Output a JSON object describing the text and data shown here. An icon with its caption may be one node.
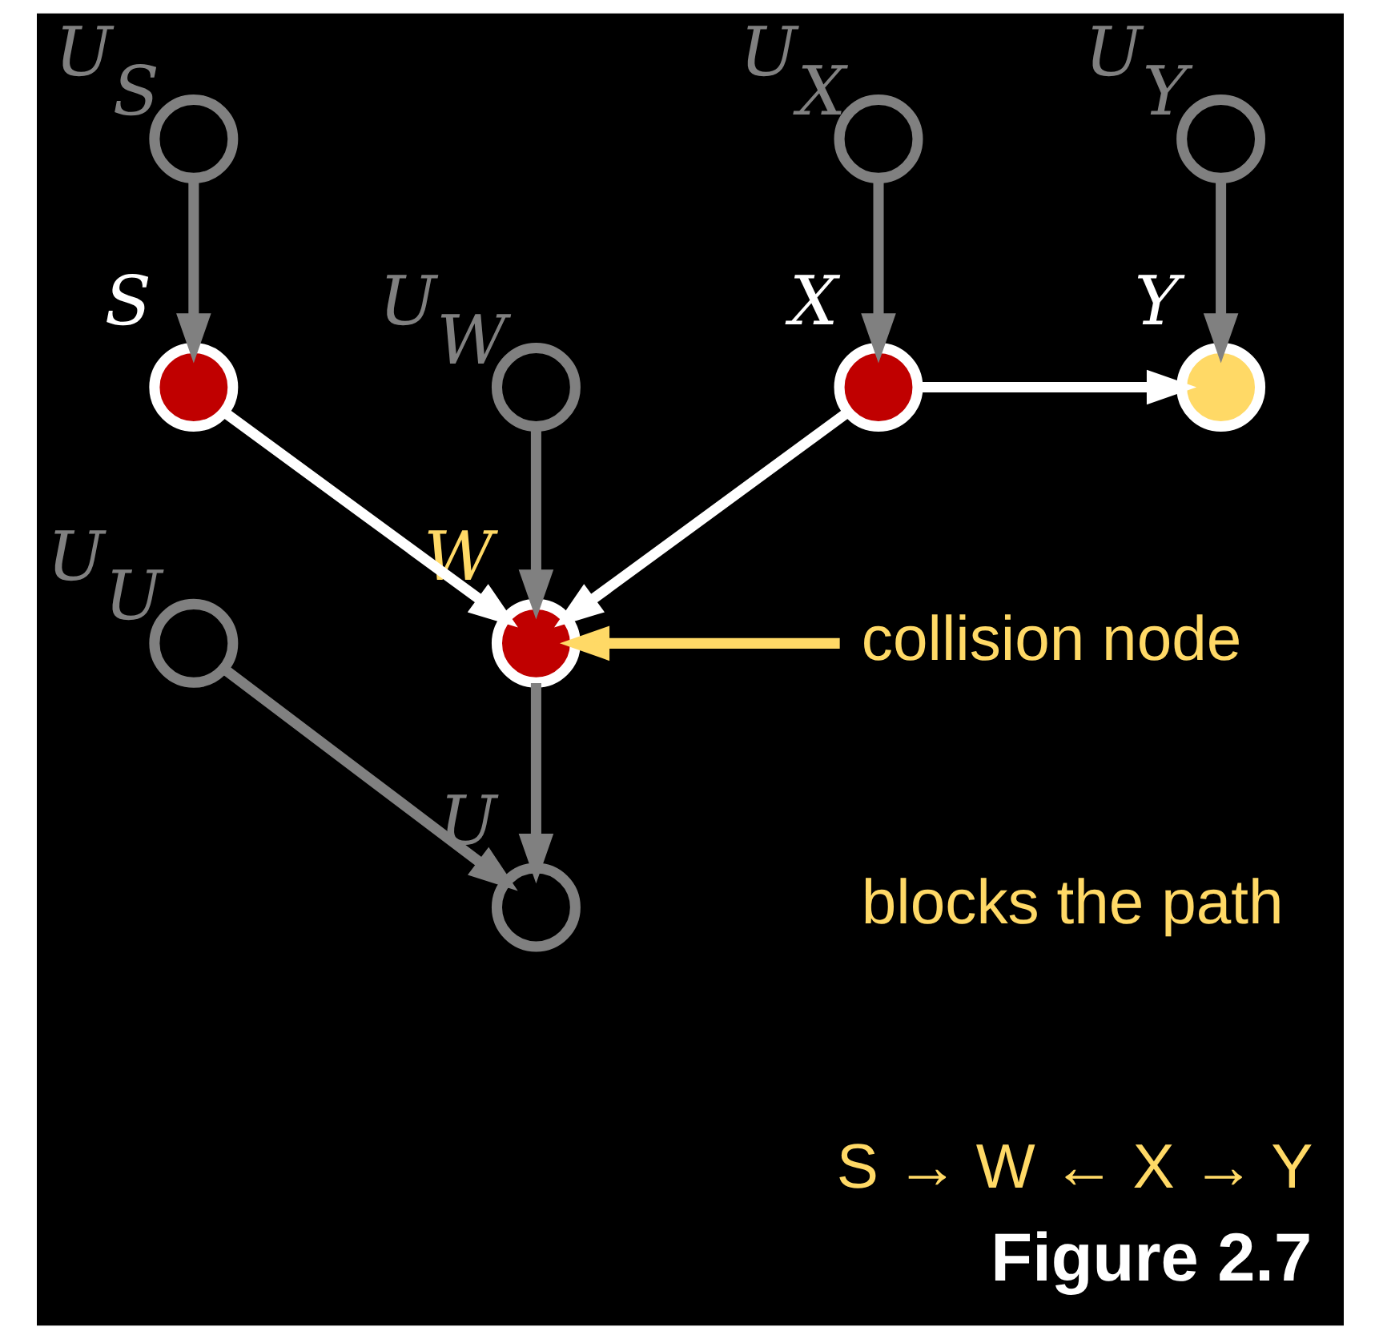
{
  "diagram": {
    "caption": "Figure 2.7",
    "nodes": [
      {
        "text": [],
        "shape": "circle",
        "beside": [
          "U$_{S}$"
        ]
      },
      {
        "text": [],
        "shape": "circle",
        "beside": [
          "U$_{X}$"
        ]
      },
      {
        "text": [],
        "shape": "circle",
        "beside": [
          "U$_{Y}$"
        ]
      },
      {
        "text": [],
        "shape": "circle",
        "beside": [
          "S"
        ]
      },
      {
        "text": [],
        "shape": "circle",
        "beside": [
          "X"
        ]
      },
      {
        "text": [],
        "shape": "circle",
        "beside": [
          "Y"
        ]
      },
      {
        "text": [],
        "shape": "circle",
        "beside": [
          "U$_{W}$"
        ]
      },
      {
        "text": [],
        "shape": "circle",
        "beside": [
          "W"
        ]
      },
      {
        "text": [],
        "shape": "circle",
        "beside": [
          "U$_{U}$"
        ]
      },
      {
        "text": [],
        "shape": "circle",
        "beside": [
          "U"
        ]
      },
      {
        "text": [
          "collision node"
        ]
      }
    ],
    "edges": [
      {
        "from": 0,
        "to": 3,
        "arrow": "to"
      },
      {
        "from": 1,
        "to": 4,
        "arrow": "to"
      },
      {
        "from": 2,
        "to": 5,
        "arrow": "to"
      },
      {
        "from": 3,
        "to": 7,
        "arrow": "to",
        "color": "#ffffff"
      },
      {
        "from": 4,
        "to": 7,
        "arrow": "to",
        "color": "#ffffff"
      },
      {
        "from": 4,
        "to": 5,
        "arrow": "to",
        "color": "#ffffff"
      },
      {
        "from": 6,
        "to": 7,
        "arrow": "to"
      },
      {
        "from": 7,
        "to": 9,
        "arrow": "to"
      },
      {
        "from": 8,
        "to": 9,
        "arrow": "to"
      },
      {
        "from": 10,
        "to": 7,
        "arrow": "to",
        "color": "#ffd966"
      }
    ],
    "labels": [
      "blocks the path",
      "S → W ← X → Y"
    ]
  }
}
